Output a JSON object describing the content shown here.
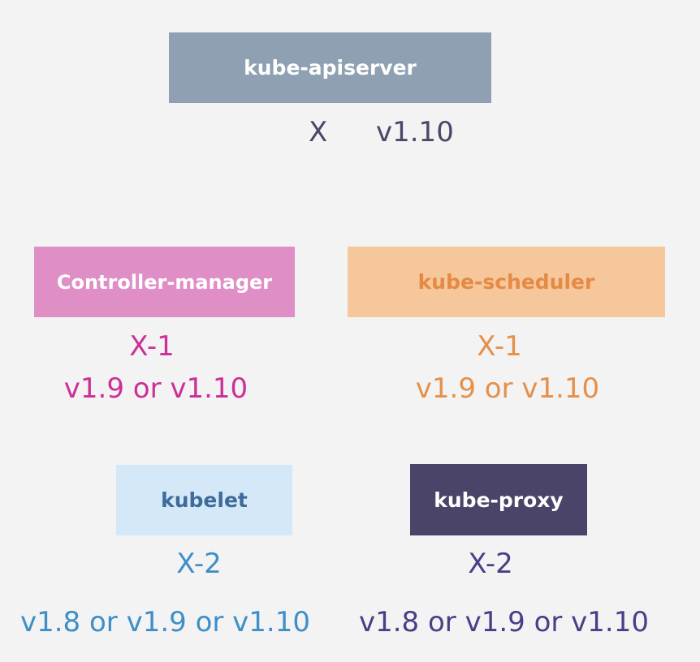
{
  "apiserver": {
    "name": "kube-apiserver",
    "version_label": "X",
    "version": "v1.10"
  },
  "controller_manager": {
    "name": "Controller-manager",
    "version_label": "X-1",
    "versions": "v1.9 or v1.10"
  },
  "scheduler": {
    "name": "kube-scheduler",
    "version_label": "X-1",
    "versions": "v1.9 or v1.10"
  },
  "kubelet": {
    "name": "kubelet",
    "version_label": "X-2",
    "versions": "v1.8 or v1.9 or v1.10"
  },
  "kube_proxy": {
    "name": "kube-proxy",
    "version_label": "X-2",
    "versions": "v1.8 or v1.9 or v1.10"
  },
  "colors": {
    "apiserver_box": "#8ea0b2",
    "controller_box": "#df8ec6",
    "scheduler_box": "#f5c79a",
    "kubelet_box": "#d4e8f8",
    "proxy_box": "#4b4469",
    "controller_text": "#cc2f96",
    "scheduler_text": "#e5904a",
    "kubelet_text": "#3d8fc7",
    "proxy_text": "#4b3e86"
  }
}
